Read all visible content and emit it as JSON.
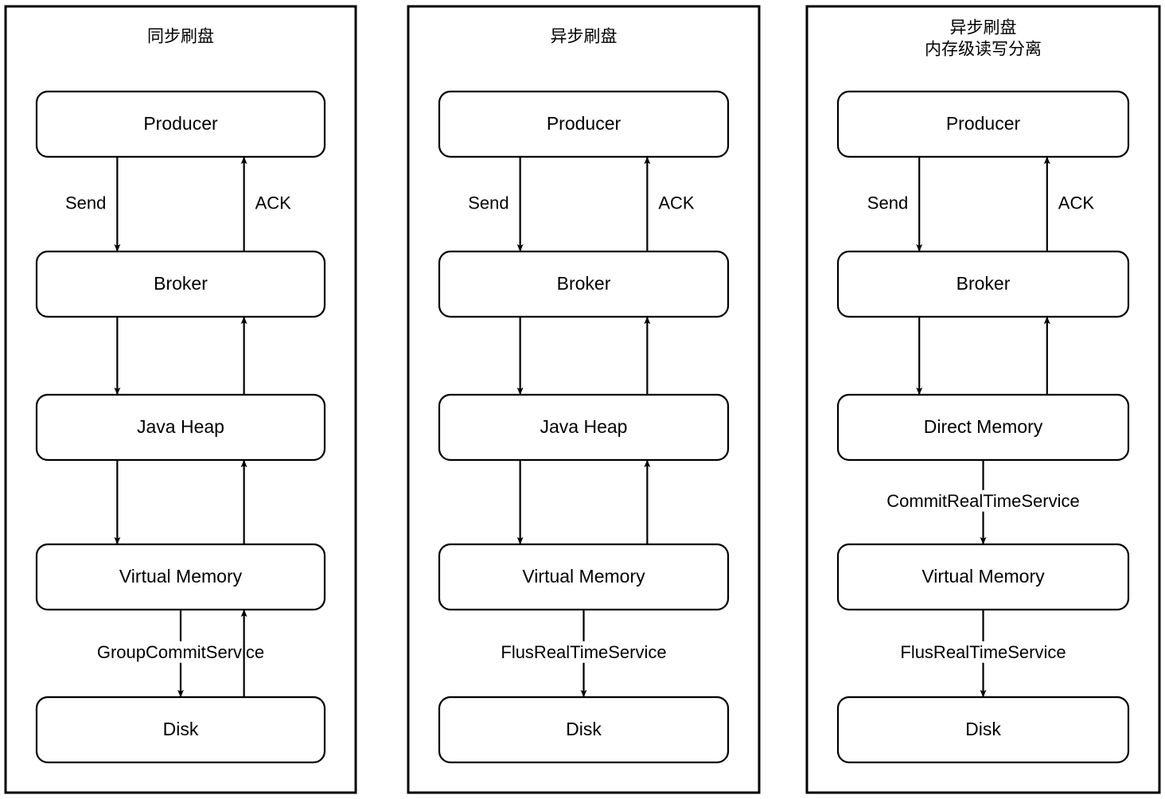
{
  "diagram": {
    "title_note": "RocketMQ flush-to-disk strategies comparison",
    "panels": [
      {
        "id": "sync-flush",
        "title_lines": [
          "同步刷盘"
        ],
        "nodes": [
          {
            "id": "producer",
            "label": "Producer"
          },
          {
            "id": "broker",
            "label": "Broker"
          },
          {
            "id": "java-heap",
            "label": "Java Heap"
          },
          {
            "id": "virtual-memory",
            "label": "Virtual Memory"
          },
          {
            "id": "disk",
            "label": "Disk"
          }
        ],
        "edges": [
          {
            "id": "producer-to-broker",
            "from": "producer",
            "to": "broker",
            "direction": "down",
            "label": "Send",
            "label_side": "left"
          },
          {
            "id": "broker-to-producer",
            "from": "broker",
            "to": "producer",
            "direction": "up",
            "label": "ACK",
            "label_side": "right"
          },
          {
            "id": "broker-to-java-heap",
            "from": "broker",
            "to": "java-heap",
            "direction": "down",
            "label": "",
            "label_side": "none"
          },
          {
            "id": "java-heap-to-broker",
            "from": "java-heap",
            "to": "broker",
            "direction": "up",
            "label": "",
            "label_side": "none"
          },
          {
            "id": "java-heap-to-virtual-memory",
            "from": "java-heap",
            "to": "virtual-memory",
            "direction": "down",
            "label": "",
            "label_side": "none"
          },
          {
            "id": "virtual-memory-to-java-heap",
            "from": "virtual-memory",
            "to": "java-heap",
            "direction": "up",
            "label": "",
            "label_side": "none"
          },
          {
            "id": "virtual-memory-to-disk",
            "from": "virtual-memory",
            "to": "disk",
            "direction": "down",
            "label": "GroupCommitService",
            "label_side": "center"
          },
          {
            "id": "disk-to-virtual-memory",
            "from": "disk",
            "to": "virtual-memory",
            "direction": "up",
            "label": "",
            "label_side": "none"
          }
        ]
      },
      {
        "id": "async-flush",
        "title_lines": [
          "异步刷盘"
        ],
        "nodes": [
          {
            "id": "producer",
            "label": "Producer"
          },
          {
            "id": "broker",
            "label": "Broker"
          },
          {
            "id": "java-heap",
            "label": "Java Heap"
          },
          {
            "id": "virtual-memory",
            "label": "Virtual Memory"
          },
          {
            "id": "disk",
            "label": "Disk"
          }
        ],
        "edges": [
          {
            "id": "producer-to-broker",
            "from": "producer",
            "to": "broker",
            "direction": "down",
            "label": "Send",
            "label_side": "left"
          },
          {
            "id": "broker-to-producer",
            "from": "broker",
            "to": "producer",
            "direction": "up",
            "label": "ACK",
            "label_side": "right"
          },
          {
            "id": "broker-to-java-heap",
            "from": "broker",
            "to": "java-heap",
            "direction": "down",
            "label": "",
            "label_side": "none"
          },
          {
            "id": "java-heap-to-broker",
            "from": "java-heap",
            "to": "broker",
            "direction": "up",
            "label": "",
            "label_side": "none"
          },
          {
            "id": "java-heap-to-virtual-memory",
            "from": "java-heap",
            "to": "virtual-memory",
            "direction": "down",
            "label": "",
            "label_side": "none"
          },
          {
            "id": "virtual-memory-to-java-heap",
            "from": "virtual-memory",
            "to": "java-heap",
            "direction": "up",
            "label": "",
            "label_side": "none"
          },
          {
            "id": "virtual-memory-to-disk",
            "from": "virtual-memory",
            "to": "disk",
            "direction": "down",
            "label": "FlusRealTimeService",
            "label_side": "center"
          }
        ]
      },
      {
        "id": "async-flush-memory-rw-split",
        "title_lines": [
          "异步刷盘",
          "内存级读写分离"
        ],
        "nodes": [
          {
            "id": "producer",
            "label": "Producer"
          },
          {
            "id": "broker",
            "label": "Broker"
          },
          {
            "id": "direct-memory",
            "label": "Direct Memory"
          },
          {
            "id": "virtual-memory",
            "label": "Virtual Memory"
          },
          {
            "id": "disk",
            "label": "Disk"
          }
        ],
        "edges": [
          {
            "id": "producer-to-broker",
            "from": "producer",
            "to": "broker",
            "direction": "down",
            "label": "Send",
            "label_side": "left"
          },
          {
            "id": "broker-to-producer",
            "from": "broker",
            "to": "producer",
            "direction": "up",
            "label": "ACK",
            "label_side": "right"
          },
          {
            "id": "broker-to-direct-memory",
            "from": "broker",
            "to": "direct-memory",
            "direction": "down",
            "label": "",
            "label_side": "none"
          },
          {
            "id": "direct-memory-to-broker",
            "from": "direct-memory",
            "to": "broker",
            "direction": "up",
            "label": "",
            "label_side": "none"
          },
          {
            "id": "direct-memory-to-virtual-memory",
            "from": "direct-memory",
            "to": "virtual-memory",
            "direction": "down",
            "label": "CommitRealTimeService",
            "label_side": "center"
          },
          {
            "id": "virtual-memory-to-disk",
            "from": "virtual-memory",
            "to": "disk",
            "direction": "down",
            "label": "FlusRealTimeService",
            "label_side": "center"
          }
        ]
      }
    ],
    "style": {
      "stroke_color": "#000000",
      "fill_color": "#ffffff",
      "text_color": "#000000"
    }
  }
}
